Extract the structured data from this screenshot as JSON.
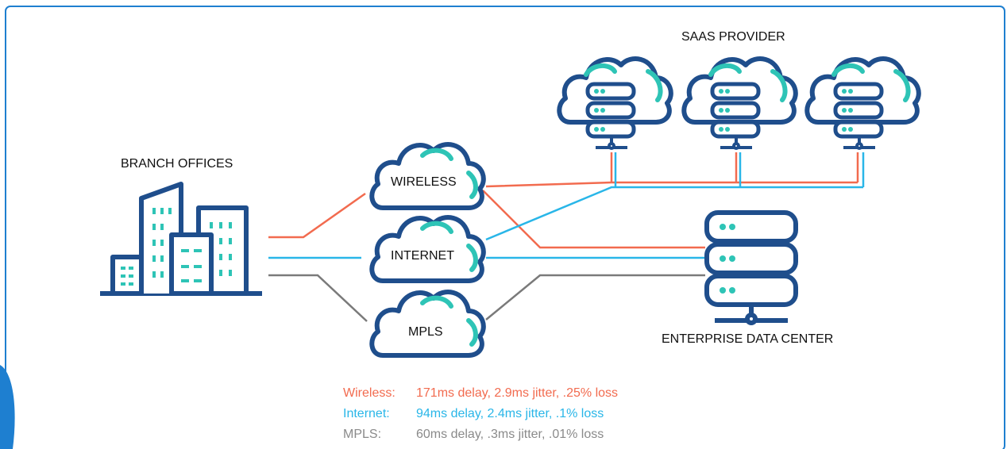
{
  "labels": {
    "saas_provider": "SAAS PROVIDER",
    "branch_offices": "BRANCH OFFICES",
    "enterprise_dc": "ENTERPRISE DATA CENTER",
    "wireless": "WIRELESS",
    "internet": "INTERNET",
    "mpls": "MPLS"
  },
  "metrics": [
    {
      "name": "Wireless:",
      "text": "171ms delay, 2.9ms jitter, .25% loss",
      "color": "#f26b4f"
    },
    {
      "name": "Internet:",
      "text": "94ms delay, 2.4ms jitter, .1% loss",
      "color": "#29b6e8"
    },
    {
      "name": "MPLS:",
      "text": "60ms delay, .3ms jitter, .01% loss",
      "color": "#8a8a8a"
    }
  ],
  "colors": {
    "navy": "#1f4e8c",
    "teal": "#2ec4b6",
    "wireless": "#f26b4f",
    "internet": "#29b6e8",
    "mpls": "#7a7a7a",
    "frame": "#1e7fd0"
  },
  "icons": {
    "building": "office-buildings-icon",
    "cloud": "cloud-icon",
    "server": "server-stack-icon"
  }
}
